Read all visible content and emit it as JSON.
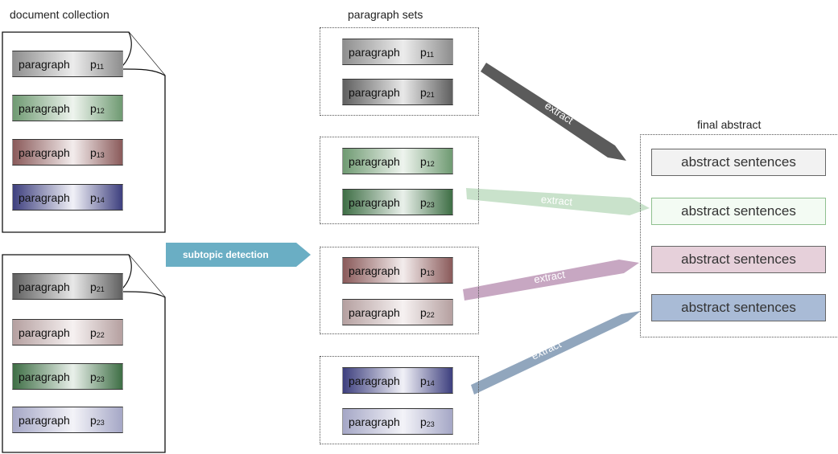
{
  "headings": {
    "document_collection": "document collection",
    "paragraph_sets": "paragraph sets",
    "final_abstract": "final abstract"
  },
  "documents": [
    {
      "paragraphs": [
        {
          "label": "paragraph",
          "symbol": "p",
          "index": "11",
          "color": "gray"
        },
        {
          "label": "paragraph",
          "symbol": "p",
          "index": "12",
          "color": "green"
        },
        {
          "label": "paragraph",
          "symbol": "p",
          "index": "13",
          "color": "brown"
        },
        {
          "label": "paragraph",
          "symbol": "p",
          "index": "14",
          "color": "navy"
        }
      ]
    },
    {
      "paragraphs": [
        {
          "label": "paragraph",
          "symbol": "p",
          "index": "21",
          "color": "dgray"
        },
        {
          "label": "paragraph",
          "symbol": "p",
          "index": "22",
          "color": "lbrown"
        },
        {
          "label": "paragraph",
          "symbol": "p",
          "index": "23",
          "color": "dgreen"
        },
        {
          "label": "paragraph",
          "symbol": "p",
          "index": "23",
          "color": "lav"
        }
      ]
    }
  ],
  "process_arrow": {
    "label": "subtopic detection",
    "color": "#6aaec4"
  },
  "paragraph_sets": [
    {
      "paragraphs": [
        {
          "label": "paragraph",
          "symbol": "p",
          "index": "11",
          "color": "gray"
        },
        {
          "label": "paragraph",
          "symbol": "p",
          "index": "21",
          "color": "dgray"
        }
      ]
    },
    {
      "paragraphs": [
        {
          "label": "paragraph",
          "symbol": "p",
          "index": "12",
          "color": "green"
        },
        {
          "label": "paragraph",
          "symbol": "p",
          "index": "23",
          "color": "dgreen"
        }
      ]
    },
    {
      "paragraphs": [
        {
          "label": "paragraph",
          "symbol": "p",
          "index": "13",
          "color": "brown"
        },
        {
          "label": "paragraph",
          "symbol": "p",
          "index": "22",
          "color": "lbrown"
        }
      ]
    },
    {
      "paragraphs": [
        {
          "label": "paragraph",
          "symbol": "p",
          "index": "14",
          "color": "navy"
        },
        {
          "label": "paragraph",
          "symbol": "p",
          "index": "23",
          "color": "lav"
        }
      ]
    }
  ],
  "extract_arrows": [
    {
      "label": "extract",
      "color": "#5b5b5b",
      "text_color": "#ffffff"
    },
    {
      "label": "extract",
      "color": "#c9e2cb",
      "text_color": "#ffffff"
    },
    {
      "label": "extract",
      "color": "#c7a7c2",
      "text_color": "#ffffff"
    },
    {
      "label": "extract",
      "color": "#91a6bd",
      "text_color": "#ffffff"
    }
  ],
  "abstract_sentences": [
    {
      "label": "abstract sentences",
      "fill": "#f2f2f2",
      "border": "#666666"
    },
    {
      "label": "abstract sentences",
      "fill": "#f3fbf3",
      "border": "#8fc08f"
    },
    {
      "label": "abstract sentences",
      "fill": "#e6d0da",
      "border": "#666666"
    },
    {
      "label": "abstract sentences",
      "fill": "#a9bbd6",
      "border": "#666666"
    }
  ]
}
